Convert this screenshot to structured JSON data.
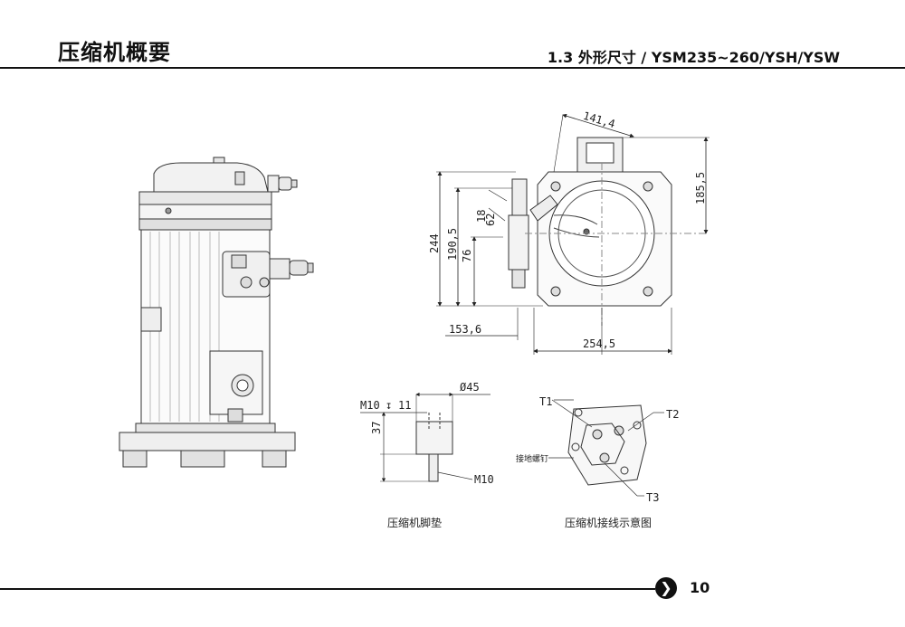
{
  "header": {
    "title": "压缩机概要",
    "section": "1.3 外形尺寸 / YSM235~260/YSH/YSW"
  },
  "top_view": {
    "dim_141_4": "141,4",
    "dim_185_5": "185,5",
    "dim_244": "244",
    "dim_190_5": "190,5",
    "dim_18": "18",
    "dim_62": "62",
    "dim_76": "76",
    "dim_153_6": "153,6",
    "dim_254_5": "254,5"
  },
  "foot": {
    "m10_label": "M10",
    "depth_symbol": "↧",
    "depth_value": "11",
    "diameter_label": "Ø45",
    "height_37": "37",
    "m10_bolt": "M10",
    "caption": "压缩机脚垫"
  },
  "terminal": {
    "t1": "T1",
    "t2": "T2",
    "t3": "T3",
    "ground_screw": "接地螺钉",
    "caption": "压缩机接线示意图"
  },
  "footer": {
    "arrow": "❯",
    "page": "10"
  }
}
